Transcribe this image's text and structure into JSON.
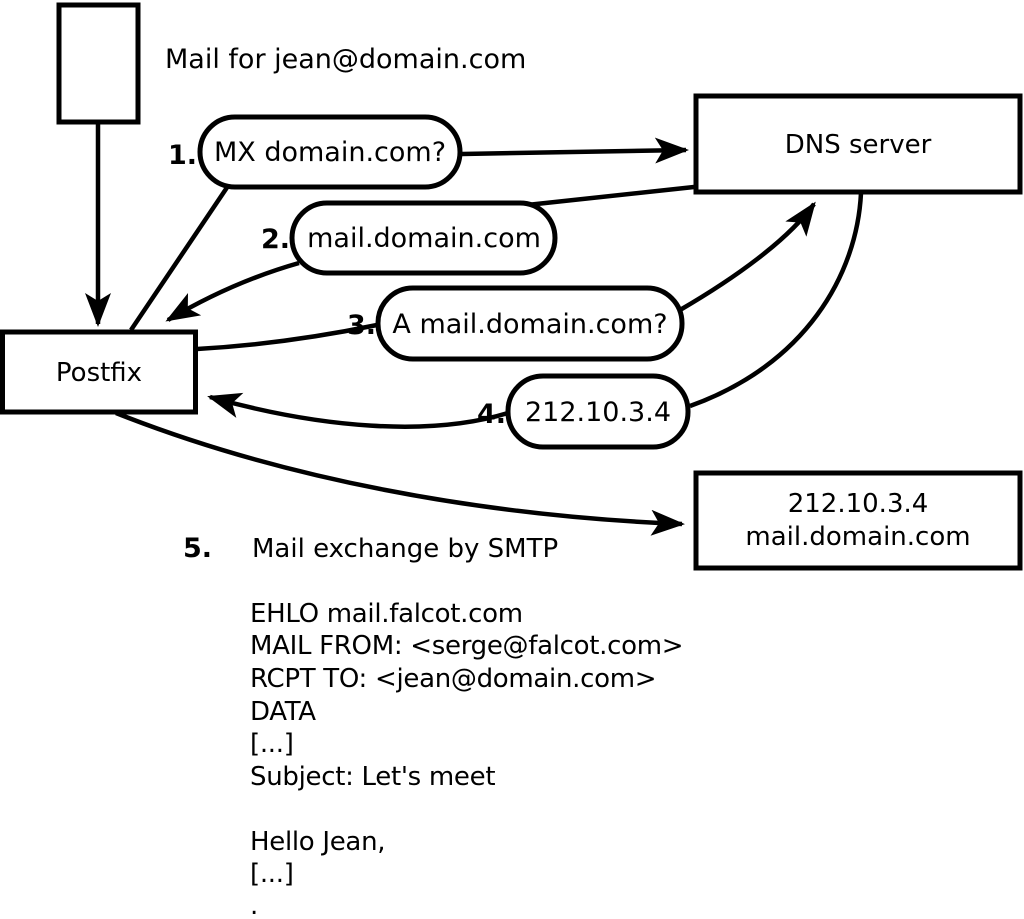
{
  "title": "Mail for jean@domain.com",
  "nodes": {
    "postfix": {
      "label": "Postfix"
    },
    "dns_server": {
      "label": "DNS server"
    },
    "mail_server": {
      "line1": "212.10.3.4",
      "line2": "mail.domain.com"
    }
  },
  "steps": [
    {
      "num": "1.",
      "label": "MX domain.com?"
    },
    {
      "num": "2.",
      "label": "mail.domain.com"
    },
    {
      "num": "3.",
      "label": "A mail.domain.com?"
    },
    {
      "num": "4.",
      "label": "212.10.3.4"
    },
    {
      "num": "5.",
      "label": "Mail exchange by SMTP"
    }
  ],
  "smtp_session": {
    "lines": [
      "EHLO mail.falcot.com",
      "MAIL FROM: <serge@falcot.com>",
      "RCPT TO: <jean@domain.com>",
      "DATA",
      "[...]",
      "Subject: Let's meet",
      "",
      "Hello Jean,",
      "[...]",
      "."
    ]
  },
  "colors": {
    "line": "#000000",
    "background": "#ffffff"
  }
}
